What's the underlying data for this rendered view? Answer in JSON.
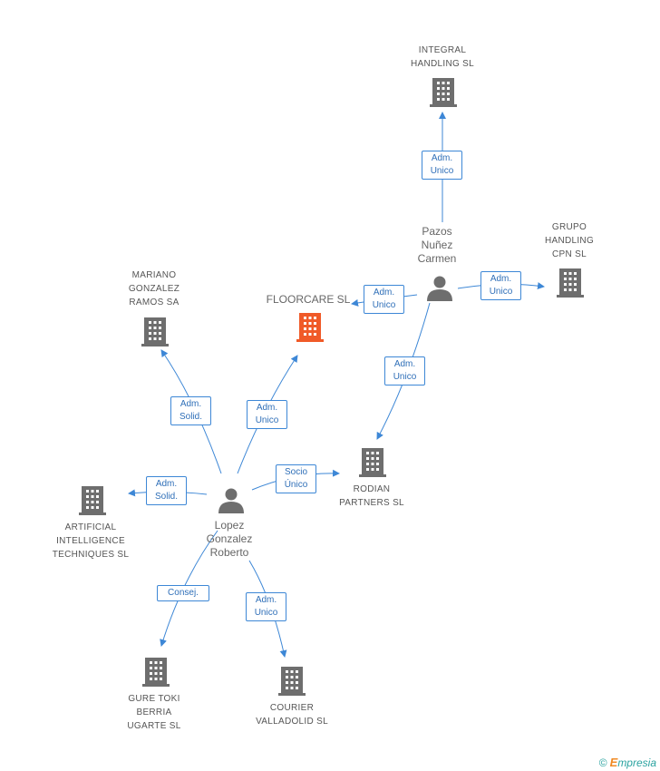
{
  "colors": {
    "edge": "#3d87d6",
    "company_icon": "#6e6e6e",
    "focus_icon": "#f05a28",
    "person_icon": "#6e6e6e"
  },
  "nodes": {
    "integral_handling": {
      "label": "INTEGRAL\nHANDLING SL",
      "icon": "building-icon"
    },
    "pazos": {
      "label": "Pazos\nNuñez\nCarmen",
      "icon": "person-icon"
    },
    "grupo_handling": {
      "label": "GRUPO\nHANDLING\nCPN SL",
      "icon": "building-icon"
    },
    "floorcare": {
      "label": "FLOORCARE SL",
      "icon": "building-icon"
    },
    "mariano": {
      "label": "MARIANO\nGONZALEZ\nRAMOS SA",
      "icon": "building-icon"
    },
    "rodian": {
      "label": "RODIAN\nPARTNERS SL",
      "icon": "building-icon"
    },
    "lopez": {
      "label": "Lopez\nGonzalez\nRoberto",
      "icon": "person-icon"
    },
    "artificial": {
      "label": "ARTIFICIAL\nINTELLIGENCE\nTECHNIQUES  SL",
      "icon": "building-icon"
    },
    "gure_toki": {
      "label": "GURE TOKI\nBERRIA\nUGARTE SL",
      "icon": "building-icon"
    },
    "courier": {
      "label": "COURIER\nVALLADOLID SL",
      "icon": "building-icon"
    }
  },
  "edges": {
    "pazos_integral": "Adm.\nUnico",
    "pazos_floorcare": "Adm.\nUnico",
    "pazos_grupo": "Adm.\nUnico",
    "pazos_rodian": "Adm.\nUnico",
    "lopez_mariano": "Adm.\nSolid.",
    "lopez_floorcare": "Adm.\nUnico",
    "lopez_rodian": "Socio\nÚnico",
    "lopez_artificial": "Adm.\nSolid.",
    "lopez_gure": "Consej.",
    "lopez_courier": "Adm.\nUnico"
  },
  "watermark": {
    "symbol": "©",
    "brand_initial": "E",
    "brand_rest": "mpresia"
  }
}
